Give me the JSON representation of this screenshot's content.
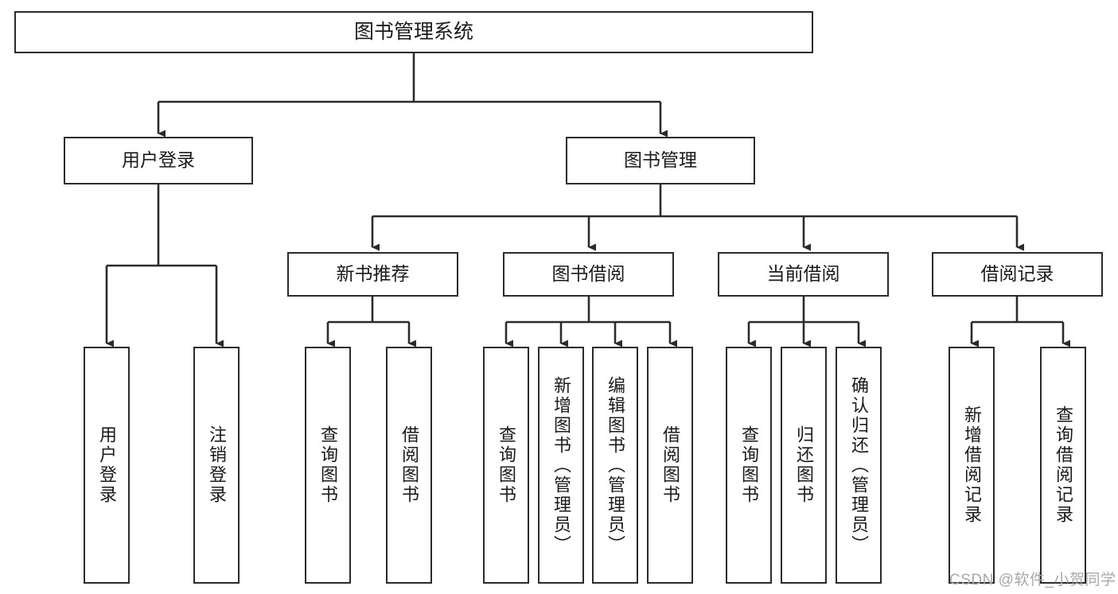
{
  "diagram": {
    "title": "图书管理系统",
    "type": "tree-hierarchy",
    "watermark": "CSDN @软件_小贺同学",
    "colors": {
      "stroke": "#2b2b2b",
      "fill": "#ffffff",
      "text": "#1a1a1a",
      "watermark": "#a8a8a8"
    },
    "root": {
      "label": "图书管理系统"
    },
    "level2": [
      {
        "label": "用户登录"
      },
      {
        "label": "图书管理"
      }
    ],
    "level3": [
      {
        "label": "新书推荐"
      },
      {
        "label": "图书借阅"
      },
      {
        "label": "当前借阅"
      },
      {
        "label": "借阅记录"
      }
    ],
    "leaves": {
      "user_login": [
        {
          "label": "用户登录"
        },
        {
          "label": "注销登录"
        }
      ],
      "new_book": [
        {
          "label": "查询图书"
        },
        {
          "label": "借阅图书"
        }
      ],
      "book_borrow": [
        {
          "label": "查询图书"
        },
        {
          "label": "新增图书（管理员）"
        },
        {
          "label": "编辑图书（管理员）"
        },
        {
          "label": "借阅图书"
        }
      ],
      "current_borrow": [
        {
          "label": "查询图书"
        },
        {
          "label": "归还图书"
        },
        {
          "label": "确认归还（管理员）"
        }
      ],
      "borrow_record": [
        {
          "label": "新增借阅记录"
        },
        {
          "label": "查询借阅记录"
        }
      ]
    }
  }
}
